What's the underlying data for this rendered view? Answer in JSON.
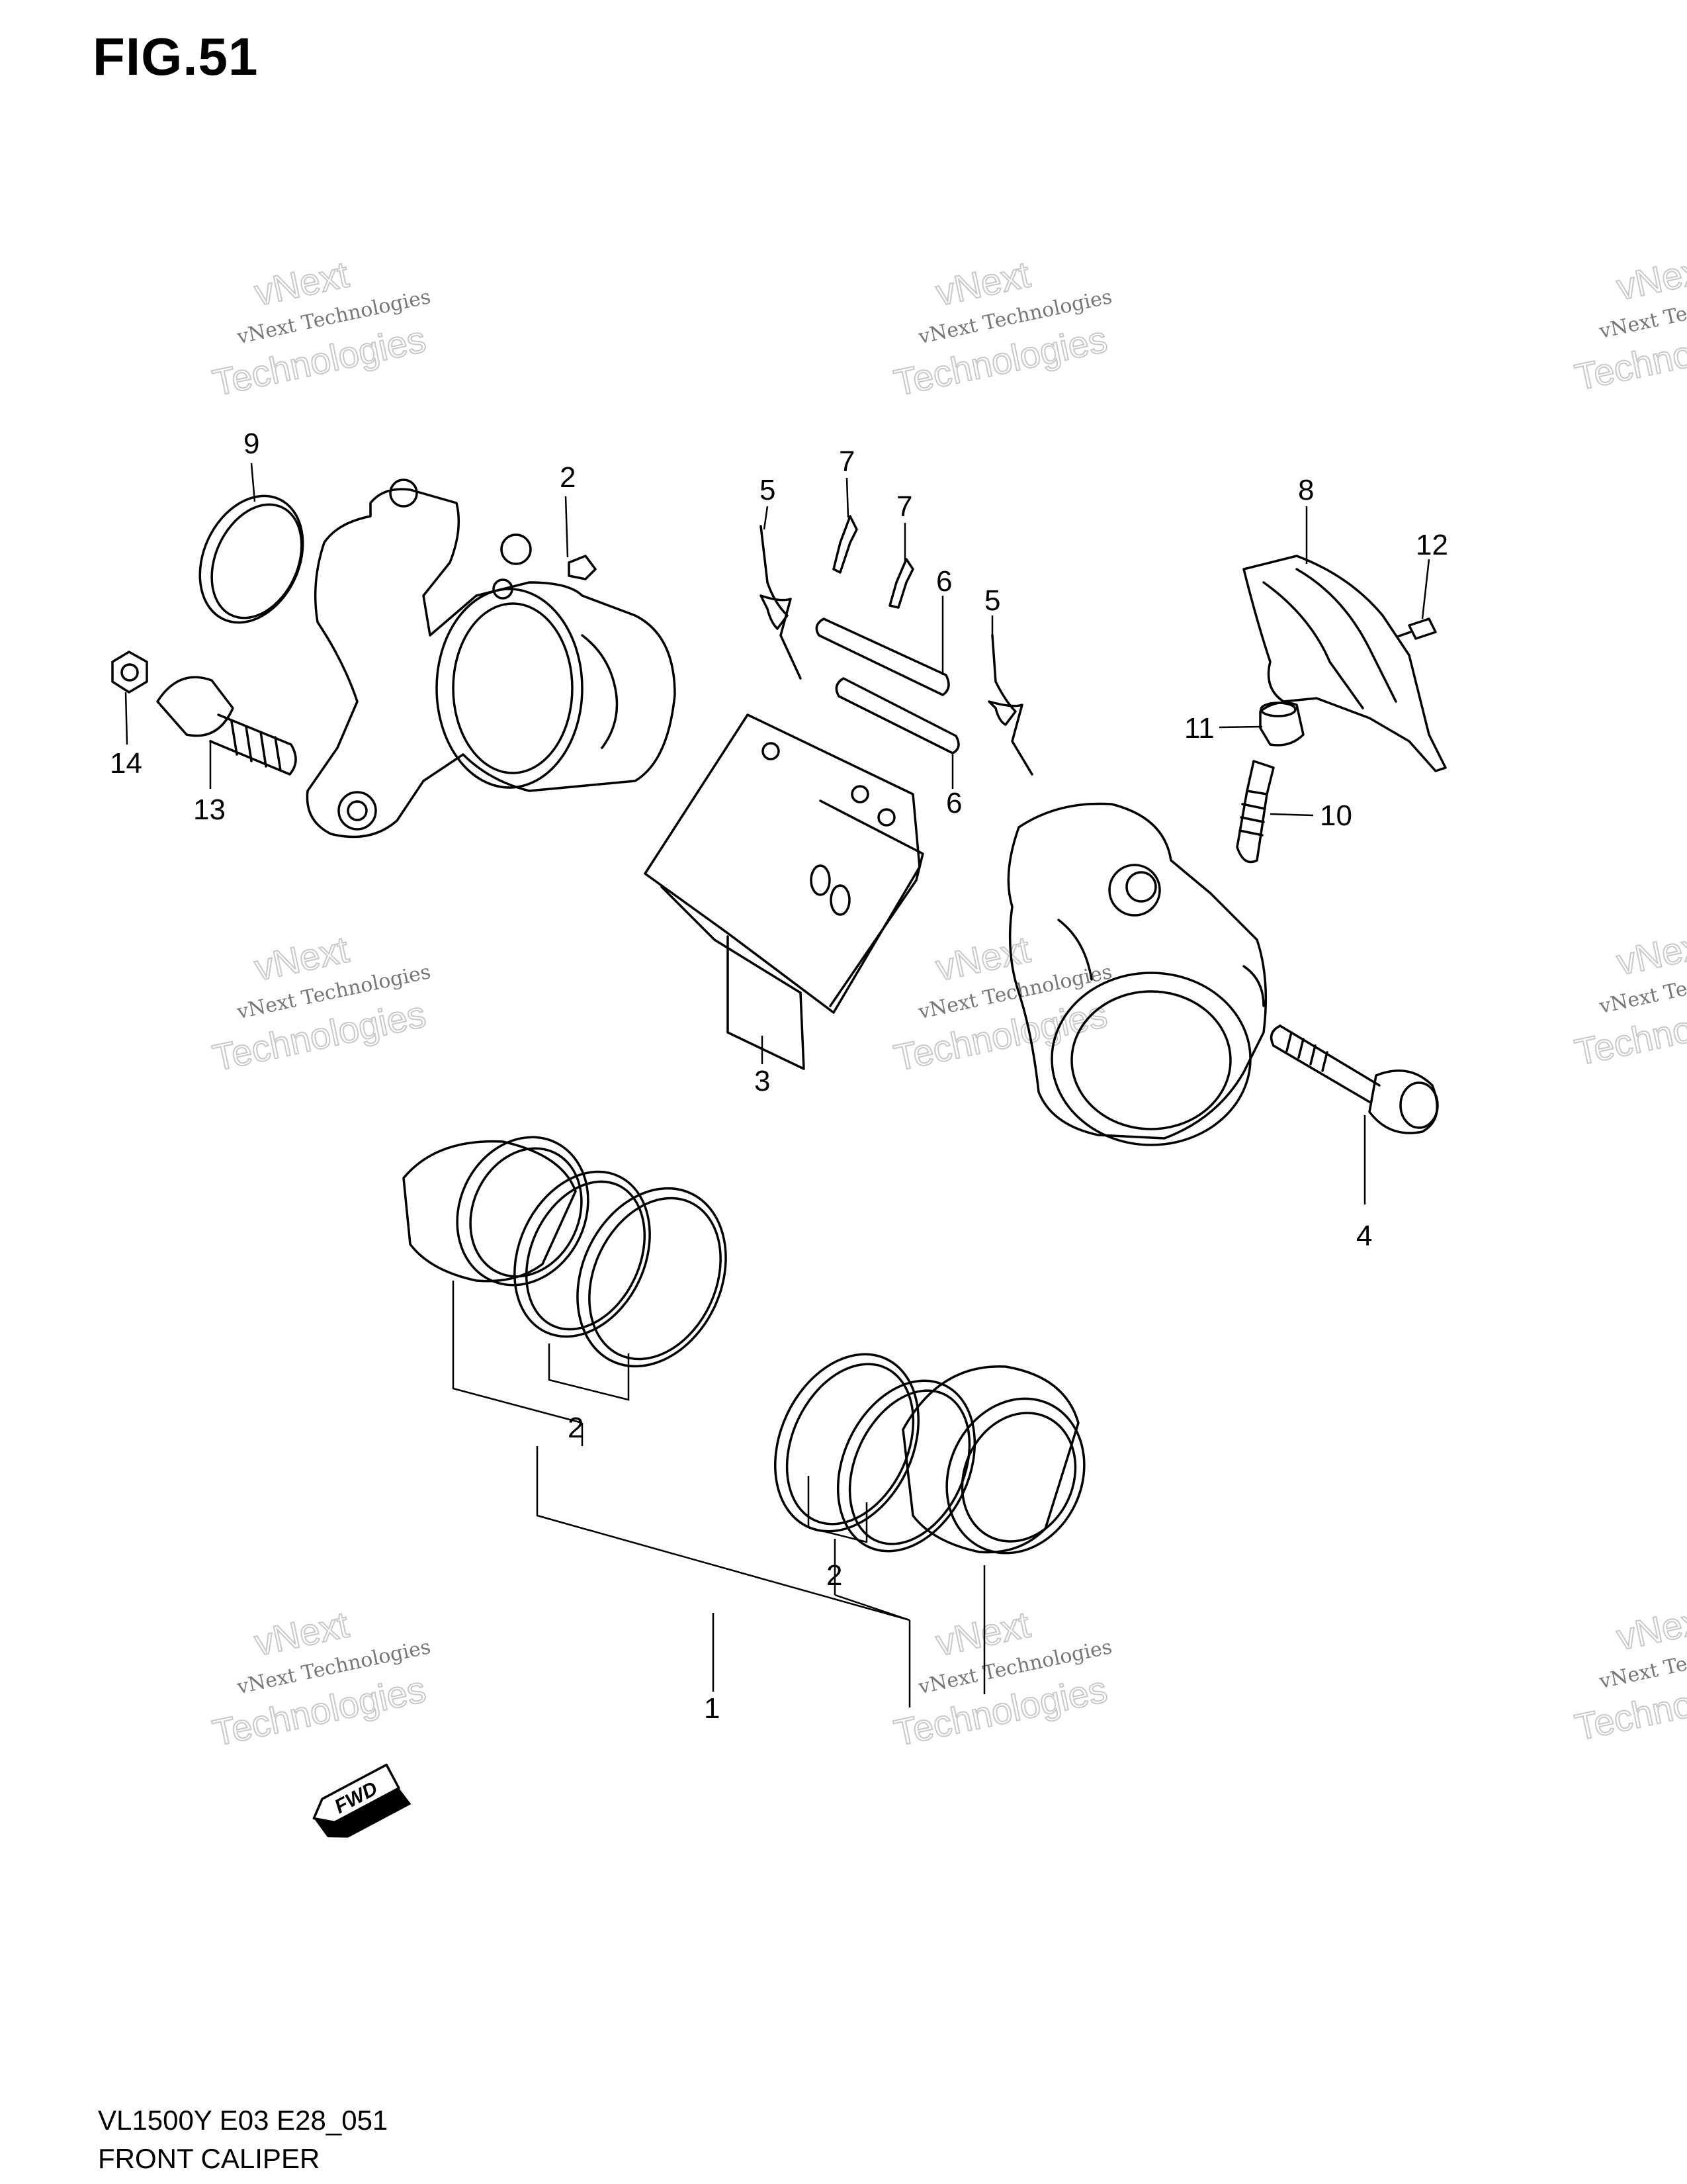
{
  "figure": {
    "title": "FIG.51",
    "model_code": "VL1500Y E03 E28_051",
    "section_name": "FRONT CALIPER"
  },
  "watermark": {
    "line1": "vNext Technologies",
    "line2": "vNext",
    "line3": "Technologies"
  },
  "callouts": [
    "1",
    "2",
    "3",
    "4",
    "5",
    "6",
    "7",
    "8",
    "9",
    "10",
    "11",
    "12",
    "13",
    "14"
  ],
  "direction_badge": {
    "label": "FWD"
  }
}
